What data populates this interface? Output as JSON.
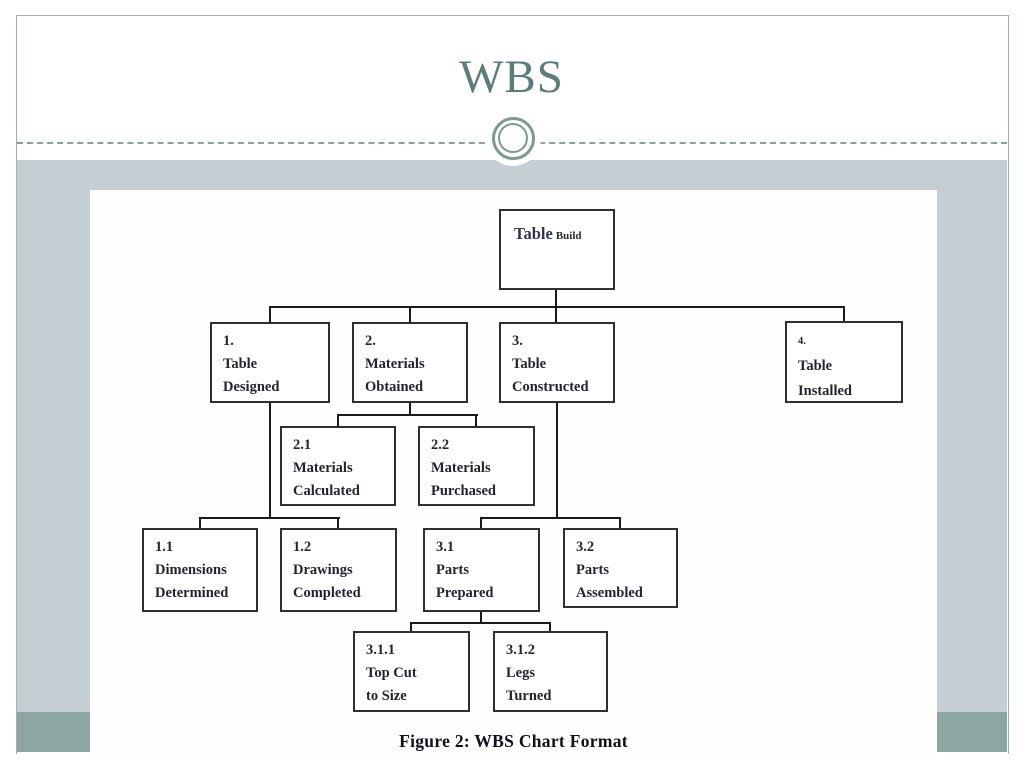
{
  "slide": {
    "title": "WBS"
  },
  "diagram": {
    "caption": "Figure 2: WBS Chart Format",
    "nodes": {
      "root": {
        "label_main": "Table",
        "label_side": "Build"
      },
      "n1": {
        "num": "1.",
        "line1": "Table",
        "line2": "Designed"
      },
      "n2": {
        "num": "2.",
        "line1": "Materials",
        "line2": "Obtained"
      },
      "n3": {
        "num": "3.",
        "line1": "Table",
        "line2": "Constructed"
      },
      "n4": {
        "num": "4.",
        "line1": "Table",
        "line2": "Installed"
      },
      "n11": {
        "num": "1.1",
        "line1": "Dimensions",
        "line2": "Determined"
      },
      "n12": {
        "num": "1.2",
        "line1": "Drawings",
        "line2": "Completed"
      },
      "n21": {
        "num": "2.1",
        "line1": "Materials",
        "line2": "Calculated"
      },
      "n22": {
        "num": "2.2",
        "line1": "Materials",
        "line2": "Purchased"
      },
      "n31": {
        "num": "3.1",
        "line1": "Parts",
        "line2": "Prepared"
      },
      "n32": {
        "num": "3.2",
        "line1": "Parts",
        "line2": "Assembled"
      },
      "n311": {
        "num": "3.1.1",
        "line1": "Top Cut",
        "line2": "to Size"
      },
      "n312": {
        "num": "3.1.2",
        "line1": "Legs",
        "line2": "Turned"
      }
    },
    "hierarchy": {
      "root": "Table Build",
      "children": [
        {
          "id": "1",
          "label": "Table Designed",
          "children": [
            {
              "id": "1.1",
              "label": "Dimensions Determined"
            },
            {
              "id": "1.2",
              "label": "Drawings Completed"
            }
          ]
        },
        {
          "id": "2",
          "label": "Materials Obtained",
          "children": [
            {
              "id": "2.1",
              "label": "Materials Calculated"
            },
            {
              "id": "2.2",
              "label": "Materials Purchased"
            }
          ]
        },
        {
          "id": "3",
          "label": "Table Constructed",
          "children": [
            {
              "id": "3.1",
              "label": "Parts Prepared",
              "children": [
                {
                  "id": "3.1.1",
                  "label": "Top Cut to Size"
                },
                {
                  "id": "3.1.2",
                  "label": "Legs Turned"
                }
              ]
            },
            {
              "id": "3.2",
              "label": "Parts Assembled"
            }
          ]
        },
        {
          "id": "4",
          "label": "Table Installed"
        }
      ]
    }
  },
  "colors": {
    "title_text": "#5d7d7b",
    "frame_border": "#9fb1ae",
    "divider_dash": "#8aa29e",
    "ornament_ring": "#7e9894",
    "content_band": "#c5ced3",
    "content_band_accent": "#8ba6a3",
    "node_border": "#303030",
    "node_text": "#242430",
    "connector": "#1a1a1a",
    "caption_text": "#10101c"
  }
}
